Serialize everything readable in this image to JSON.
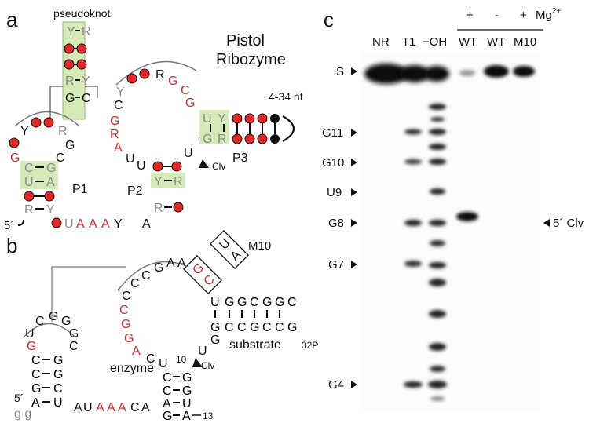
{
  "panel_labels": {
    "a": "a",
    "b": "b",
    "c": "c"
  },
  "colors": {
    "red": "#d32a2a",
    "gray": "#8a8a8a",
    "green": "#d6e9b8",
    "dot": "#e02828",
    "black": "#111111"
  },
  "panel_a": {
    "pseudoknot": "pseudoknot",
    "title_line1": "Pistol",
    "title_line2": "Ribozyme",
    "nt_range": "4-34 nt",
    "p1": "P1",
    "p2": "P2",
    "p3": "P3",
    "clv": "Clv",
    "five_prime": "5´",
    "pk_pairs": [
      [
        "Y",
        "R"
      ],
      [
        "",
        ""
      ],
      [
        "",
        ""
      ],
      [
        "R",
        "Y"
      ],
      [
        "G",
        "C"
      ]
    ],
    "p1_pairs": [
      [
        "C",
        "G"
      ],
      [
        "U",
        "A"
      ],
      [
        "",
        ""
      ],
      [
        "R",
        "Y"
      ]
    ],
    "loop1": [
      "Y",
      "R",
      "G",
      "C",
      "G"
    ],
    "loop2": [
      "R",
      "G",
      "C",
      "G",
      "G",
      "Y",
      "C",
      "G",
      "R",
      "A",
      "U",
      "U"
    ],
    "p2_pairs": [
      [
        "",
        ""
      ],
      [
        "Y",
        "R"
      ],
      [
        "R",
        ""
      ]
    ],
    "p3_pairs": [
      [
        "U",
        "Y"
      ],
      [
        "G",
        "R"
      ]
    ],
    "linker": [
      "U",
      "A",
      "A",
      "A",
      "Y",
      "A"
    ],
    "g_clv": "G",
    "u_clv": "U"
  },
  "panel_b": {
    "m10": "M10",
    "m10_box": [
      "U",
      "A"
    ],
    "gc_box": [
      "G",
      "C"
    ],
    "loop_top": [
      "A",
      "A",
      "G",
      "C",
      "C",
      "C"
    ],
    "left_hairpin_loop": [
      "U",
      "C",
      "G",
      "G"
    ],
    "left_hairpin_stem": [
      [
        "C",
        "G"
      ],
      [
        "C",
        "G"
      ],
      [
        "G",
        "C"
      ],
      [
        "A",
        "U"
      ]
    ],
    "left_g": "G",
    "left_c": "C",
    "loop2_left": [
      "C",
      "G",
      "G",
      "A",
      "C"
    ],
    "enzyme": "enzyme",
    "substrate": "substrate",
    "num_10": "10",
    "num_13": "13",
    "clv": "Clv",
    "p32": "32P",
    "five_prime": "5´",
    "gg": "g g",
    "linker": [
      "A",
      "U",
      "A",
      "A",
      "A",
      "C",
      "A"
    ],
    "enz_stem": [
      [
        "C",
        "G"
      ],
      [
        "C",
        "G"
      ],
      [
        "A",
        "U"
      ],
      [
        "G",
        "A"
      ]
    ],
    "sub_top": [
      "U",
      "G",
      "G",
      "C",
      "G",
      "G",
      "C"
    ],
    "sub_bottom": [
      "G",
      "C",
      "C",
      "G",
      "C",
      "C",
      "G"
    ],
    "u_end": "U",
    "cu": [
      "C",
      "U"
    ]
  },
  "panel_c": {
    "mg_label": "Mg",
    "mg_sup": "2+",
    "mg_signs": [
      "+",
      "-",
      "+"
    ],
    "lanes": [
      "NR",
      "T1",
      "−OH",
      "WT",
      "WT",
      "M10"
    ],
    "markers": [
      "S",
      "G11",
      "G10",
      "U9",
      "G8",
      "G7",
      "G4"
    ],
    "cleavage_label": "5´ Clv"
  }
}
